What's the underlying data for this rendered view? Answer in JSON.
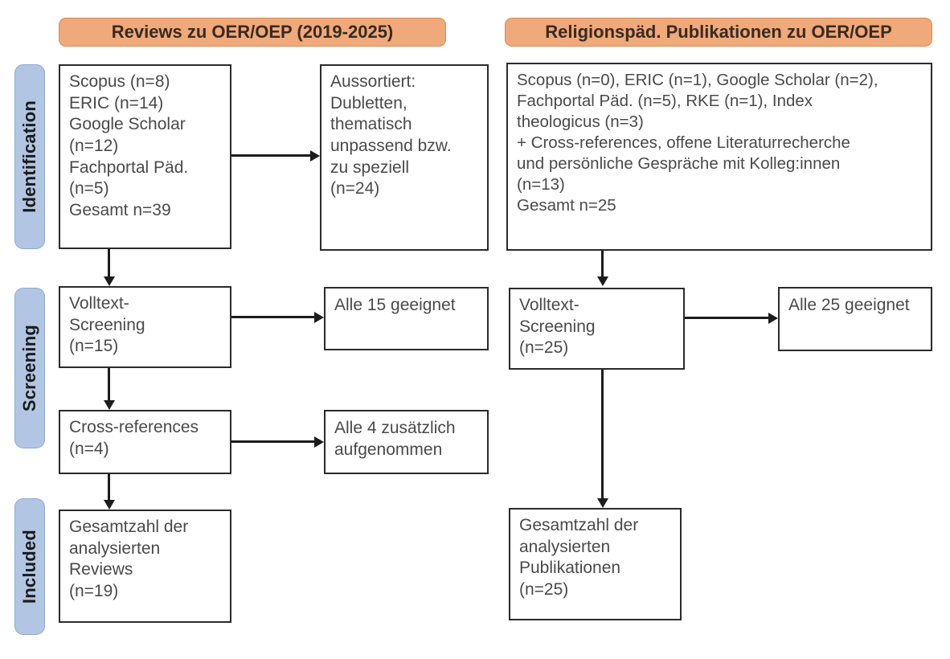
{
  "diagram": {
    "type": "prisma-flow-diagram",
    "stages": [
      {
        "id": "identification",
        "label": "Identification"
      },
      {
        "id": "screening",
        "label": "Screening"
      },
      {
        "id": "included",
        "label": "Included"
      }
    ],
    "columns": [
      {
        "id": "reviews",
        "header": "Reviews zu OER/OEP (2019-2025)"
      },
      {
        "id": "religionspaed",
        "header": "Religionspäd. Publikationen zu OER/OEP"
      }
    ],
    "boxes": {
      "left_identification_sources": "Scopus (n=8)\nERIC (n=14)\nGoogle Scholar\n(n=12)\nFachportal Päd.\n(n=5)\nGesamt n=39",
      "left_excluded": "Aussortiert:\nDubletten,\nthematisch\nunpassend bzw.\nzu speziell\n(n=24)",
      "left_fulltext_screening": "Volltext-\nScreening\n(n=15)",
      "left_fulltext_result": "Alle 15 geeignet",
      "left_cross_references": "Cross-references\n(n=4)",
      "left_cross_references_result": "Alle 4 zusätzlich\naufgenommen",
      "left_included_total": "Gesamtzahl der\nanalysierten\nReviews\n(n=19)",
      "right_identification_sources": "Scopus (n=0), ERIC (n=1), Google Scholar (n=2),\nFachportal Päd. (n=5), RKE (n=1), Index\ntheologicus (n=3)\n+ Cross-references, offene Literaturrecherche\nund persönliche Gespräche mit Kolleg:innen\n(n=13)\nGesamt n=25",
      "right_fulltext_screening": "Volltext-\nScreening\n(n=25)",
      "right_fulltext_result": "Alle 25 geeignet",
      "right_included_total": "Gesamtzahl der\nanalysierten\nPublikationen\n(n=25)"
    },
    "colors": {
      "stage_pill_fill": "#b2c6e4",
      "stage_pill_border": "#8fa8cf",
      "column_header_fill": "#f0a97a",
      "column_header_border": "#d98b53",
      "box_border": "#2b2b2b",
      "box_text": "#4a4a4a",
      "connector": "#1c1c1c",
      "background": "#ffffff"
    }
  }
}
